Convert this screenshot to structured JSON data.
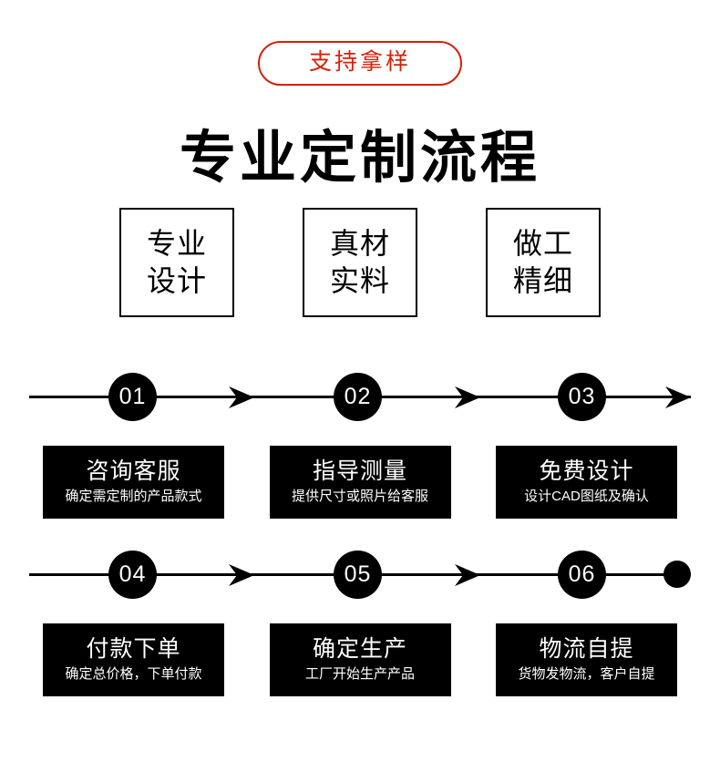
{
  "badge": {
    "text": "支持拿样",
    "border_color": "#d81f06",
    "text_color": "#d81f06"
  },
  "title": "专业定制流程",
  "features": [
    {
      "line1": "专业",
      "line2": "设计"
    },
    {
      "line1": "真材",
      "line2": "实料"
    },
    {
      "line1": "做工",
      "line2": "精细"
    }
  ],
  "timeline": {
    "rows": [
      {
        "nodes": [
          "01",
          "02",
          "03"
        ],
        "end_marker": "arrow-icon"
      },
      {
        "nodes": [
          "04",
          "05",
          "06"
        ],
        "end_marker": "dot-icon"
      }
    ]
  },
  "steps": [
    {
      "number": "01",
      "title": "咨询客服",
      "desc": "确定需定制的产品款式"
    },
    {
      "number": "02",
      "title": "指导测量",
      "desc": "提供尺寸或照片给客服"
    },
    {
      "number": "03",
      "title": "免费设计",
      "desc": "设计CAD图纸及确认"
    },
    {
      "number": "04",
      "title": "付款下单",
      "desc": "确定总价格，下单付款"
    },
    {
      "number": "05",
      "title": "确定生产",
      "desc": "工厂开始生产产品"
    },
    {
      "number": "06",
      "title": "物流自提",
      "desc": "货物发物流，客户自提"
    }
  ],
  "colors": {
    "ink": "#000000",
    "paper": "#ffffff",
    "accent_red": "#d81f06"
  }
}
